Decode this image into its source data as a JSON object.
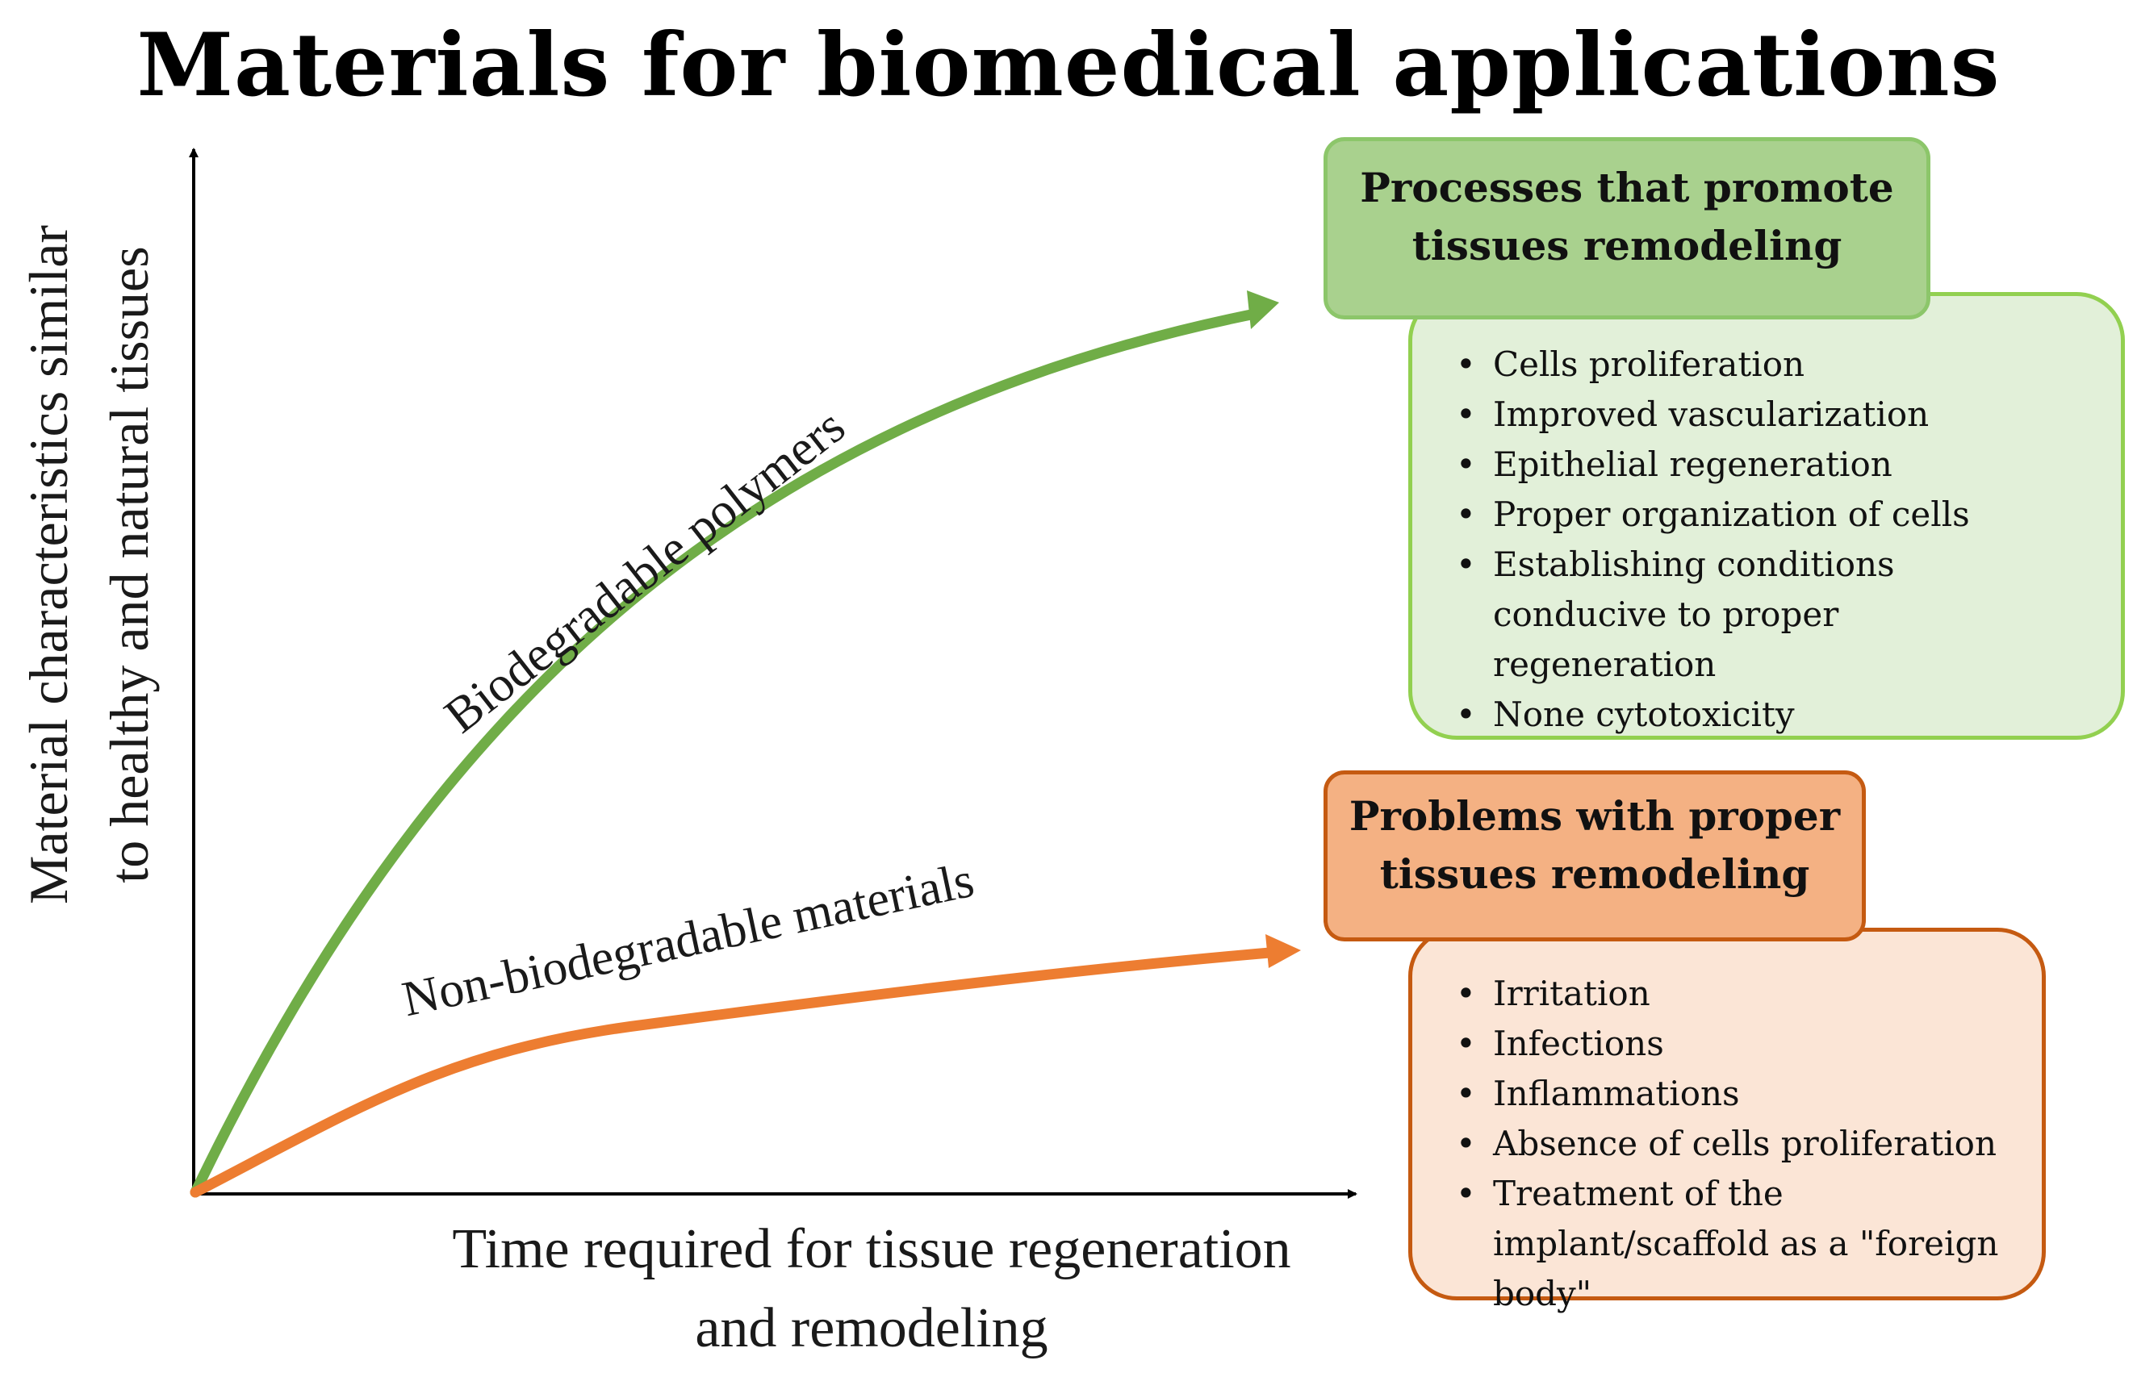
{
  "title": "Materials for biomedical applications",
  "axes": {
    "x_label_line1": "Time required for tissue regeneration",
    "x_label_line2": "and remodeling",
    "y_label_line1": "Material characteristics similar",
    "y_label_line2": "to healthy and natural tissues"
  },
  "curves": {
    "biodegradable": {
      "label": "Biodegradable polymers",
      "color": "#70ad47"
    },
    "non_biodegradable": {
      "label": "Non-biodegradable  materials",
      "color": "#ed7d31"
    }
  },
  "promote_box": {
    "title_line1": "Processes that promote",
    "title_line2": "tissues remodeling",
    "items": [
      "Cells proliferation",
      "Improved vascularization",
      "Epithelial regeneration",
      "Proper organization of cells",
      "Establishing conditions conducive to proper regeneration",
      "None cytotoxicity"
    ]
  },
  "problems_box": {
    "title_line1": "Problems with proper",
    "title_line2": "tissues remodeling",
    "items": [
      "Irritation",
      "Infections",
      "Inflammations",
      "Absence of cells proliferation",
      "Treatment of the implant/scaffold as a \"foreign body\""
    ]
  }
}
